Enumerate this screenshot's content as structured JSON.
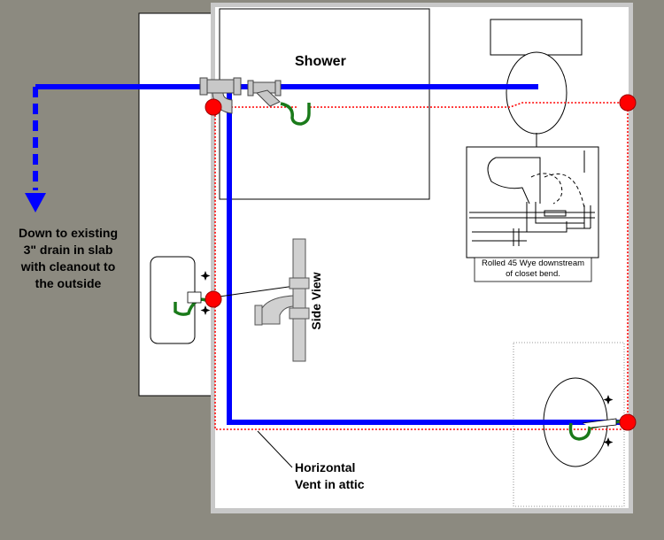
{
  "labels": {
    "shower": "Shower",
    "down_drain": [
      "Down to existing",
      "3\" drain in slab",
      "with cleanout to",
      "the outside"
    ],
    "horizontal_vent": [
      "Horizontal",
      "Vent in attic"
    ],
    "side_view": "Side View",
    "wye_caption": [
      "Rolled 45 Wye downstream",
      "of closet bend."
    ]
  },
  "colors": {
    "background": "#8c8a80",
    "drain_pipe": "#0000ff",
    "vent_line": "#ff0000",
    "trap": "#1a7a1a",
    "vent_connection": "#ff0000",
    "fitting": "#c8c8c8"
  },
  "icons": [
    "sparkle-icon"
  ]
}
